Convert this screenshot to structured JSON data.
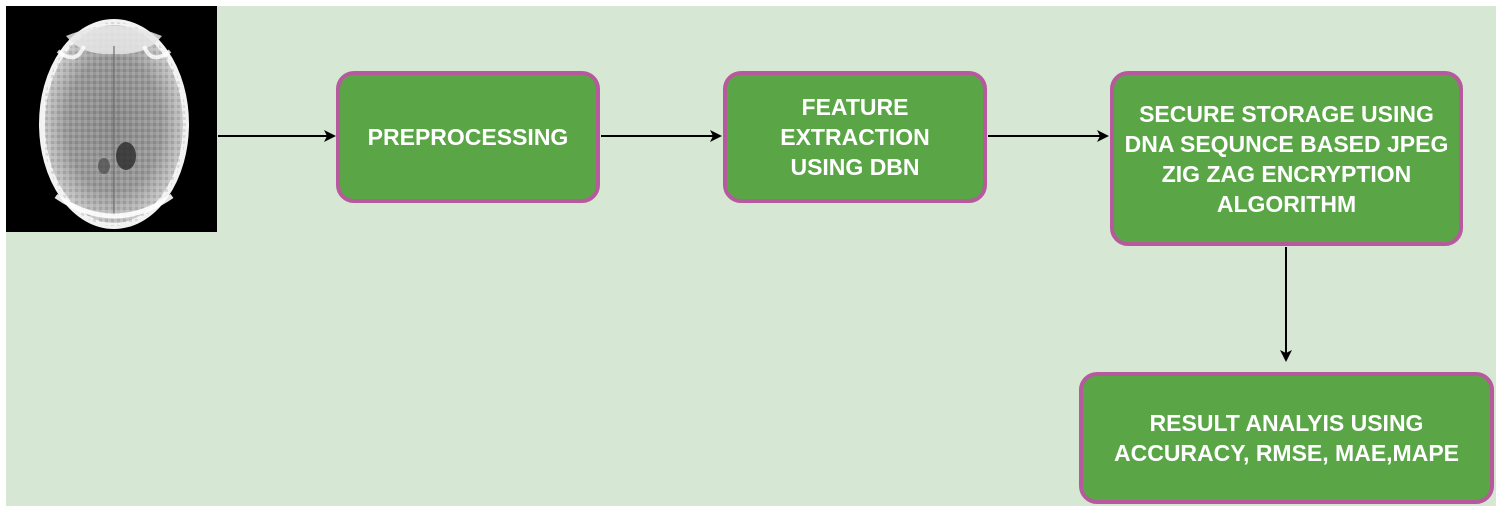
{
  "diagram": {
    "nodes": [
      {
        "id": "preprocessing",
        "label": "PREPROCESSING"
      },
      {
        "id": "feature-extraction",
        "label": "FEATURE EXTRACTION USING DBN"
      },
      {
        "id": "secure-storage",
        "label": "SECURE STORAGE USING DNA SEQUNCE BASED JPEG ZIG ZAG ENCRYPTION ALGORITHM"
      },
      {
        "id": "result-analysis",
        "label": "RESULT ANALYIS USING ACCURACY, RMSE, MAE,MAPE"
      }
    ],
    "edges": [
      {
        "from": "input-image",
        "to": "preprocessing"
      },
      {
        "from": "preprocessing",
        "to": "feature-extraction"
      },
      {
        "from": "feature-extraction",
        "to": "secure-storage"
      },
      {
        "from": "secure-storage",
        "to": "result-analysis"
      }
    ]
  },
  "input_image": {
    "icon": "brain-mri-icon"
  },
  "colors": {
    "background": "#d6e8d4",
    "node_fill": "#5aa647",
    "node_border": "#b6599d",
    "node_text": "#ffffff",
    "arrow": "#000000"
  }
}
